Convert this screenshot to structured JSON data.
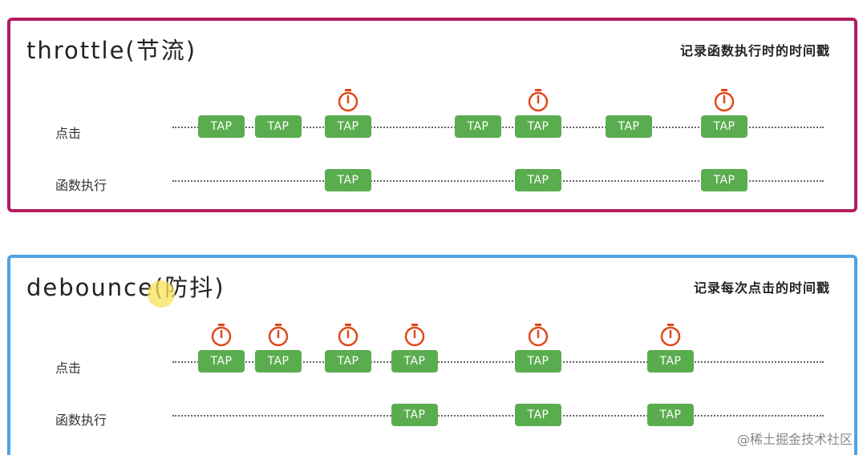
{
  "throttle": {
    "title": "throttle(节流)",
    "note": "记录函数执行时的时间戳",
    "row_click": "点击",
    "row_exec": "函数执行",
    "click_taps": [
      "TAP",
      "TAP",
      "TAP",
      "TAP",
      "TAP",
      "TAP",
      "TAP"
    ],
    "exec_taps": [
      "TAP",
      "TAP",
      "TAP"
    ]
  },
  "debounce": {
    "title": "debounce(防抖)",
    "note": "记录每次点击的时间戳",
    "row_click": "点击",
    "row_exec": "函数执行",
    "click_taps": [
      "TAP",
      "TAP",
      "TAP",
      "TAP",
      "TAP",
      "TAP"
    ],
    "exec_taps": [
      "TAP",
      "TAP",
      "TAP"
    ]
  },
  "watermark": "@稀土掘金技术社区",
  "colors": {
    "throttle_border": "#b21d5f",
    "debounce_border": "#4da3e6",
    "tap_fill": "#5aad4e",
    "timer": "#e04a1c"
  }
}
